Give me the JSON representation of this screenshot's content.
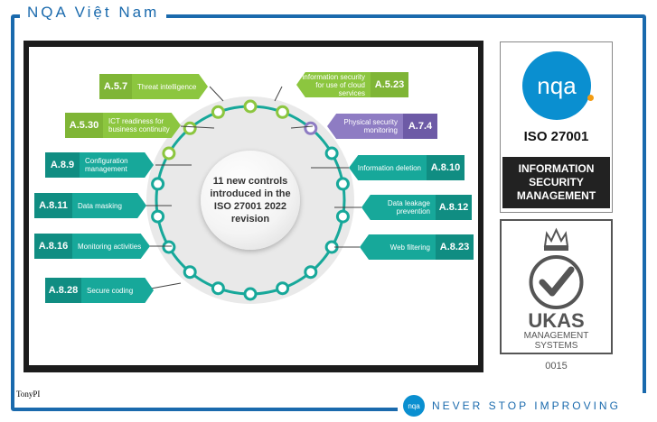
{
  "brand": {
    "title": "NQA Việt Nam"
  },
  "infographic": {
    "center_text": [
      "11 new controls",
      "introduced in the",
      "ISO 27001 2022",
      "revision"
    ],
    "left_controls": [
      {
        "code": "A.5.7",
        "label": "Threat intelligence",
        "color": "#8cc63f"
      },
      {
        "code": "A.5.30",
        "label": "ICT readiness for business continuity",
        "color": "#8cc63f"
      },
      {
        "code": "A.8.9",
        "label": "Configuration management",
        "color": "#17a89a"
      },
      {
        "code": "A.8.11",
        "label": "Data masking",
        "color": "#17a89a"
      },
      {
        "code": "A.8.16",
        "label": "Monitoring activities",
        "color": "#17a89a"
      },
      {
        "code": "A.8.28",
        "label": "Secure coding",
        "color": "#17a89a"
      }
    ],
    "right_controls": [
      {
        "code": "A.5.23",
        "label": "Information security for use of cloud services",
        "color": "#8cc63f"
      },
      {
        "code": "A.7.4",
        "label": "Physical security monitoring",
        "color": "#8e7cc3"
      },
      {
        "code": "A.8.10",
        "label": "Information deletion",
        "color": "#17a89a"
      },
      {
        "code": "A.8.12",
        "label": "Data leakage prevention",
        "color": "#17a89a"
      },
      {
        "code": "A.8.23",
        "label": "Web filtering",
        "color": "#17a89a"
      }
    ]
  },
  "photo_credit": "TonyPI",
  "certification": {
    "logo_text": "nqa",
    "standard": "ISO 27001",
    "scheme_lines": [
      "INFORMATION",
      "SECURITY",
      "MANAGEMENT"
    ]
  },
  "ukas": {
    "name": "UKAS",
    "sub_lines": [
      "MANAGEMENT",
      "SYSTEMS"
    ],
    "number": "0015"
  },
  "footer": {
    "logo_text": "nqa",
    "slogan": "NEVER STOP IMPROVING"
  },
  "colors": {
    "brand_blue": "#1a6aad",
    "nqa_blue": "#0a8fd0",
    "green": "#8cc63f",
    "teal": "#17a89a",
    "purple": "#8e7cc3"
  }
}
